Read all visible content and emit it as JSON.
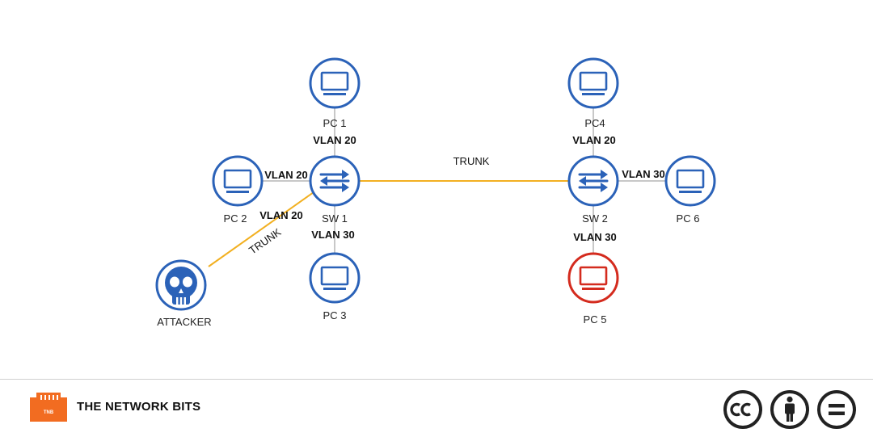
{
  "colors": {
    "node_blue": "#2b62b8",
    "alert_red": "#d42b1e",
    "trunk_orange": "#f2b021",
    "access_gray": "#c8c8c8",
    "brand_orange": "#f26c21"
  },
  "nodes": {
    "pc1": "PC 1",
    "pc2": "PC 2",
    "pc3": "PC 3",
    "pc4": "PC4",
    "pc5": "PC 5",
    "pc6": "PC 6",
    "sw1": "SW 1",
    "sw2": "SW 2",
    "attacker": "ATTACKER"
  },
  "links": {
    "pc1_sw1": "VLAN 20",
    "pc2_sw1": "VLAN 20",
    "attacker_sw1": "VLAN 20",
    "sw1_pc3": "VLAN 30",
    "pc4_sw2": "VLAN 20",
    "sw2_pc6": "VLAN 30",
    "sw2_pc5": "VLAN 30",
    "sw1_sw2": "TRUNK",
    "attacker_trunk": "TRUNK"
  },
  "footer": {
    "brand": "THE NETWORK BITS",
    "logo_text": "TNB",
    "license_icons": [
      "cc-icon",
      "attribution-icon",
      "no-derivatives-icon"
    ]
  }
}
